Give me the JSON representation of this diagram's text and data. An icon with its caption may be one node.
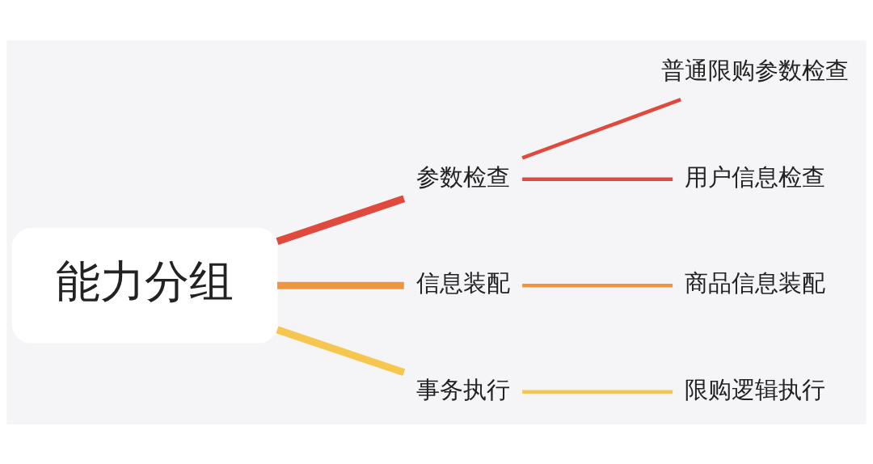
{
  "diagram": {
    "nodes": [
      {
        "text": [
          "能力分组"
        ]
      },
      {
        "text": [
          "参数检查"
        ]
      },
      {
        "text": [
          "信息装配"
        ]
      },
      {
        "text": [
          "事务执行"
        ]
      },
      {
        "text": [
          "普通限购参数检查"
        ]
      },
      {
        "text": [
          "用户信息检查"
        ]
      },
      {
        "text": [
          "商品信息装配"
        ]
      },
      {
        "text": [
          "限购逻辑执行"
        ]
      }
    ],
    "edges": [
      {
        "from": 0,
        "to": 1,
        "arrow": "none",
        "style": "thick",
        "color": "#e0493e"
      },
      {
        "from": 0,
        "to": 2,
        "arrow": "none",
        "style": "thick",
        "color": "#f0953f"
      },
      {
        "from": 0,
        "to": 3,
        "arrow": "none",
        "style": "thick",
        "color": "#f5c74f"
      },
      {
        "from": 1,
        "to": 4,
        "arrow": "none",
        "color": "#e0493e"
      },
      {
        "from": 1,
        "to": 5,
        "arrow": "none",
        "color": "#e0493e"
      },
      {
        "from": 2,
        "to": 6,
        "arrow": "none",
        "color": "#f0953f"
      },
      {
        "from": 3,
        "to": 7,
        "arrow": "none",
        "color": "#f5c74f"
      }
    ]
  }
}
